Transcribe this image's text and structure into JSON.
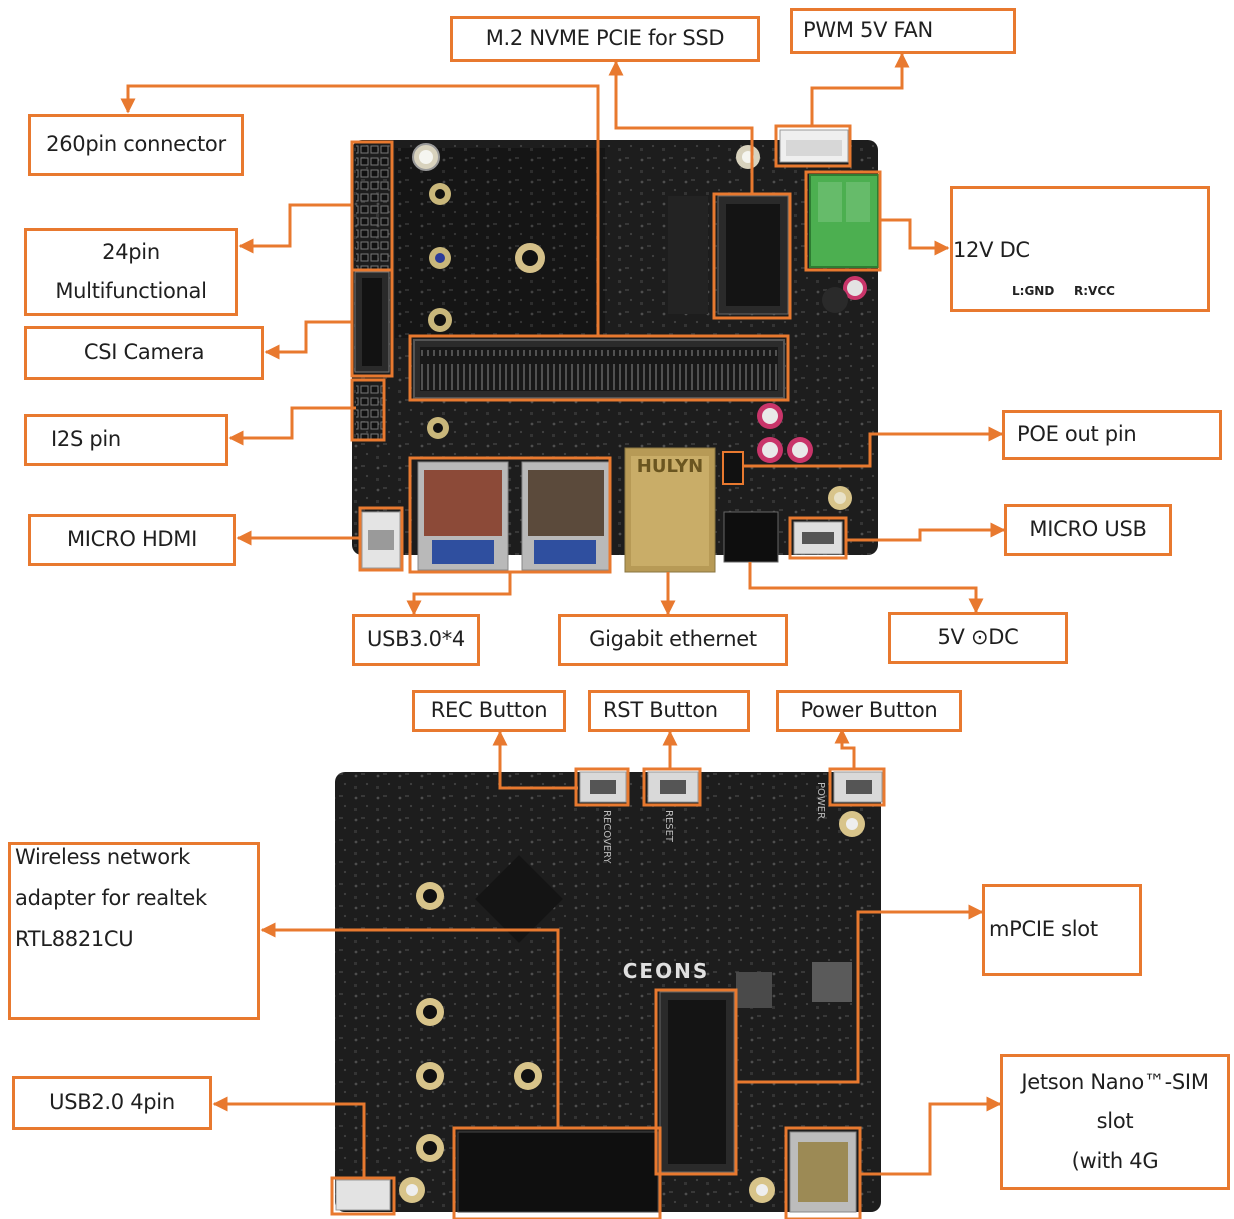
{
  "palette": {
    "accent": "#e8792f",
    "board": "#1d1d1d",
    "terminal": "#4caf50"
  },
  "callouts": {
    "m2_nvme": "M.2 NVME PCIE for SSD",
    "pwm_fan": "PWM 5V FAN",
    "connector_260": "260pin connector",
    "multifunctional_24pin": [
      "24pin",
      "Multifunctional"
    ],
    "csi_camera": "CSI Camera",
    "i2s_pin": "I2S pin",
    "micro_hdmi": "MICRO HDMI",
    "dc_12v": "12V DC",
    "dc_12v_gnd": "L:GND",
    "dc_12v_vcc": "R:VCC",
    "poe_out_pin": "POE out pin",
    "micro_usb": "MICRO USB",
    "usb3": "USB3.0*4",
    "gigabit_ethernet": "Gigabit ethernet",
    "dc_5v": "5V ⊙DC",
    "rec_button": "REC Button",
    "rst_button": "RST Button",
    "power_button": "Power Button",
    "wireless_adapter": [
      "Wireless network",
      "adapter for realtek",
      "RTL8821CU"
    ],
    "mpcie_slot": "mPCIE slot",
    "usb2_4pin": "USB2.0 4pin",
    "sim_slot": [
      "Jetson Nano™-SIM",
      "slot",
      "(with 4G"
    ]
  },
  "board_markings": {
    "ethernet_brand": "HULYN",
    "bottom_logo": "CEONS",
    "recovery": "RECOVERY",
    "reset": "RESET",
    "power": "POWER"
  }
}
